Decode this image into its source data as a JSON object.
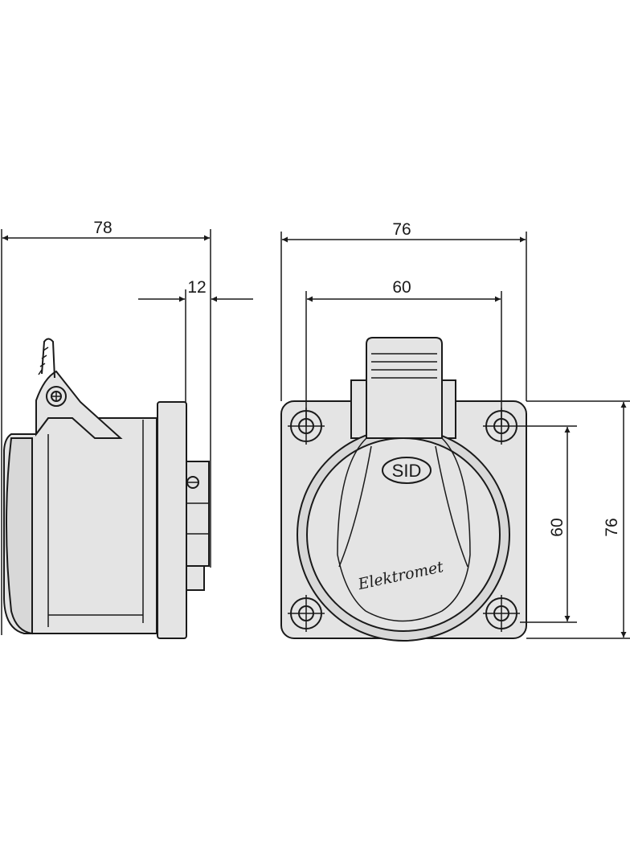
{
  "dimensions": {
    "side_width": "78",
    "side_flange": "12",
    "front_width": "76",
    "front_hole_spacing": "60",
    "front_vertical_hole_spacing": "60",
    "front_height": "76"
  },
  "labels": {
    "logo": "SID",
    "brand": "Elektromet"
  }
}
